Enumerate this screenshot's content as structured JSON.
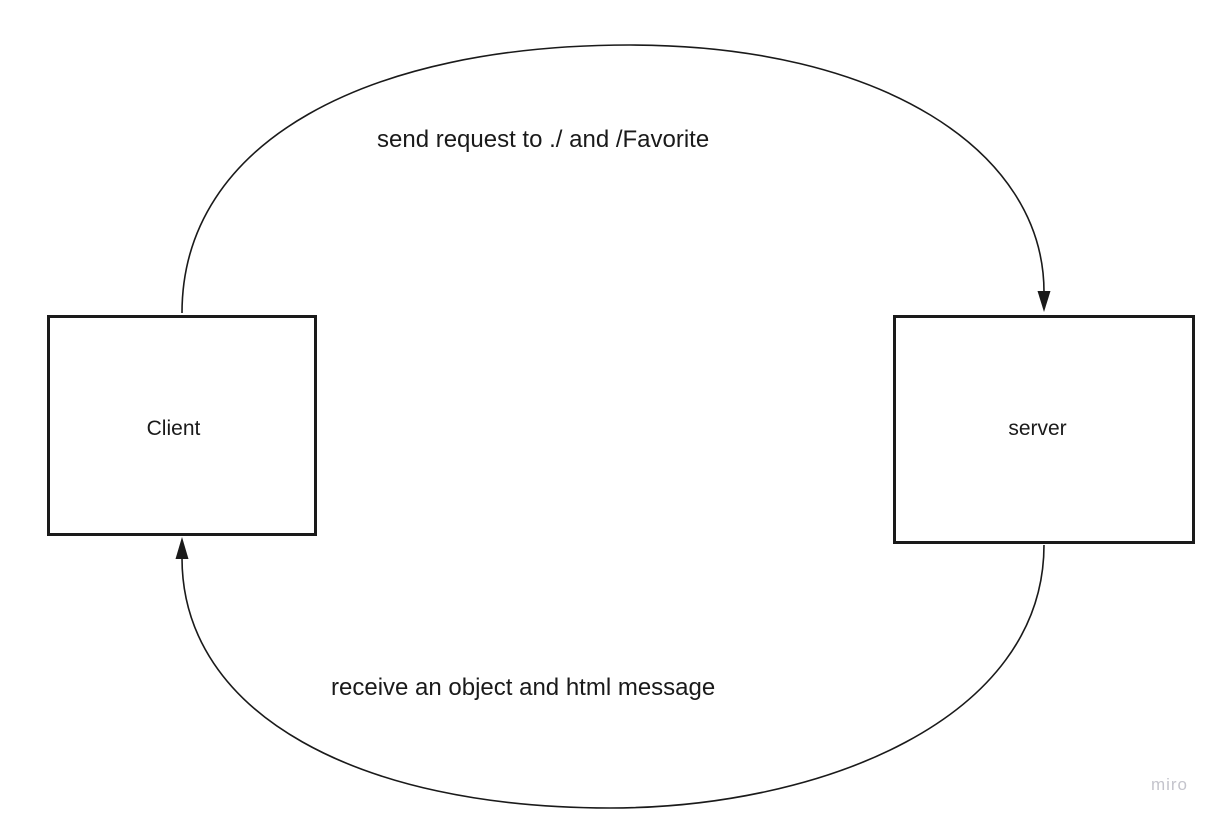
{
  "nodes": {
    "client": {
      "label": "Client"
    },
    "server": {
      "label": "server"
    }
  },
  "edges": {
    "request": {
      "label": "send request to ./ and /Favorite",
      "from": "client",
      "to": "server"
    },
    "response": {
      "label": "receive an object and html message",
      "from": "server",
      "to": "client"
    }
  },
  "watermark": {
    "text": "miro"
  },
  "colors": {
    "stroke": "#1a1a1a",
    "background": "#ffffff",
    "watermark": "#c4c4cc"
  }
}
